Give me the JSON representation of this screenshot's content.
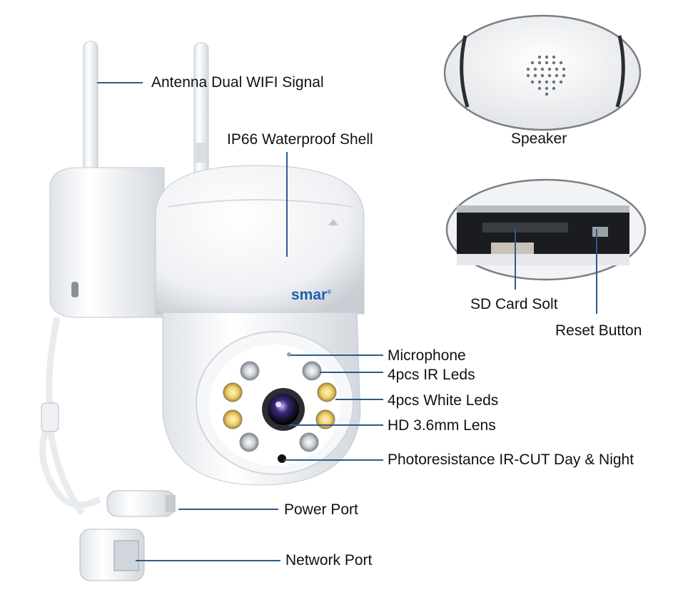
{
  "brand": {
    "logo_text": "smar",
    "logo_mark": "®",
    "color": "#1d5fb0"
  },
  "colors": {
    "callout_line": "#2b5c8a",
    "shell": "#f4f5f7",
    "shell_shade": "#d9dde2"
  },
  "callouts": {
    "antenna": "Antenna Dual WIFI Signal",
    "shell": "IP66 Waterproof Shell",
    "microphone": "Microphone",
    "ir_leds": "4pcs IR Leds",
    "white_leds": "4pcs White Leds",
    "lens": "HD 3.6mm Lens",
    "photoresistor": "Photoresistance IR-CUT Day & Night",
    "power_port": "Power Port",
    "network_port": "Network Port"
  },
  "insets": {
    "speaker": {
      "label": "Speaker"
    },
    "sd_card": {
      "slot_label": "SD Card Solt",
      "reset_label": "Reset Button"
    }
  }
}
